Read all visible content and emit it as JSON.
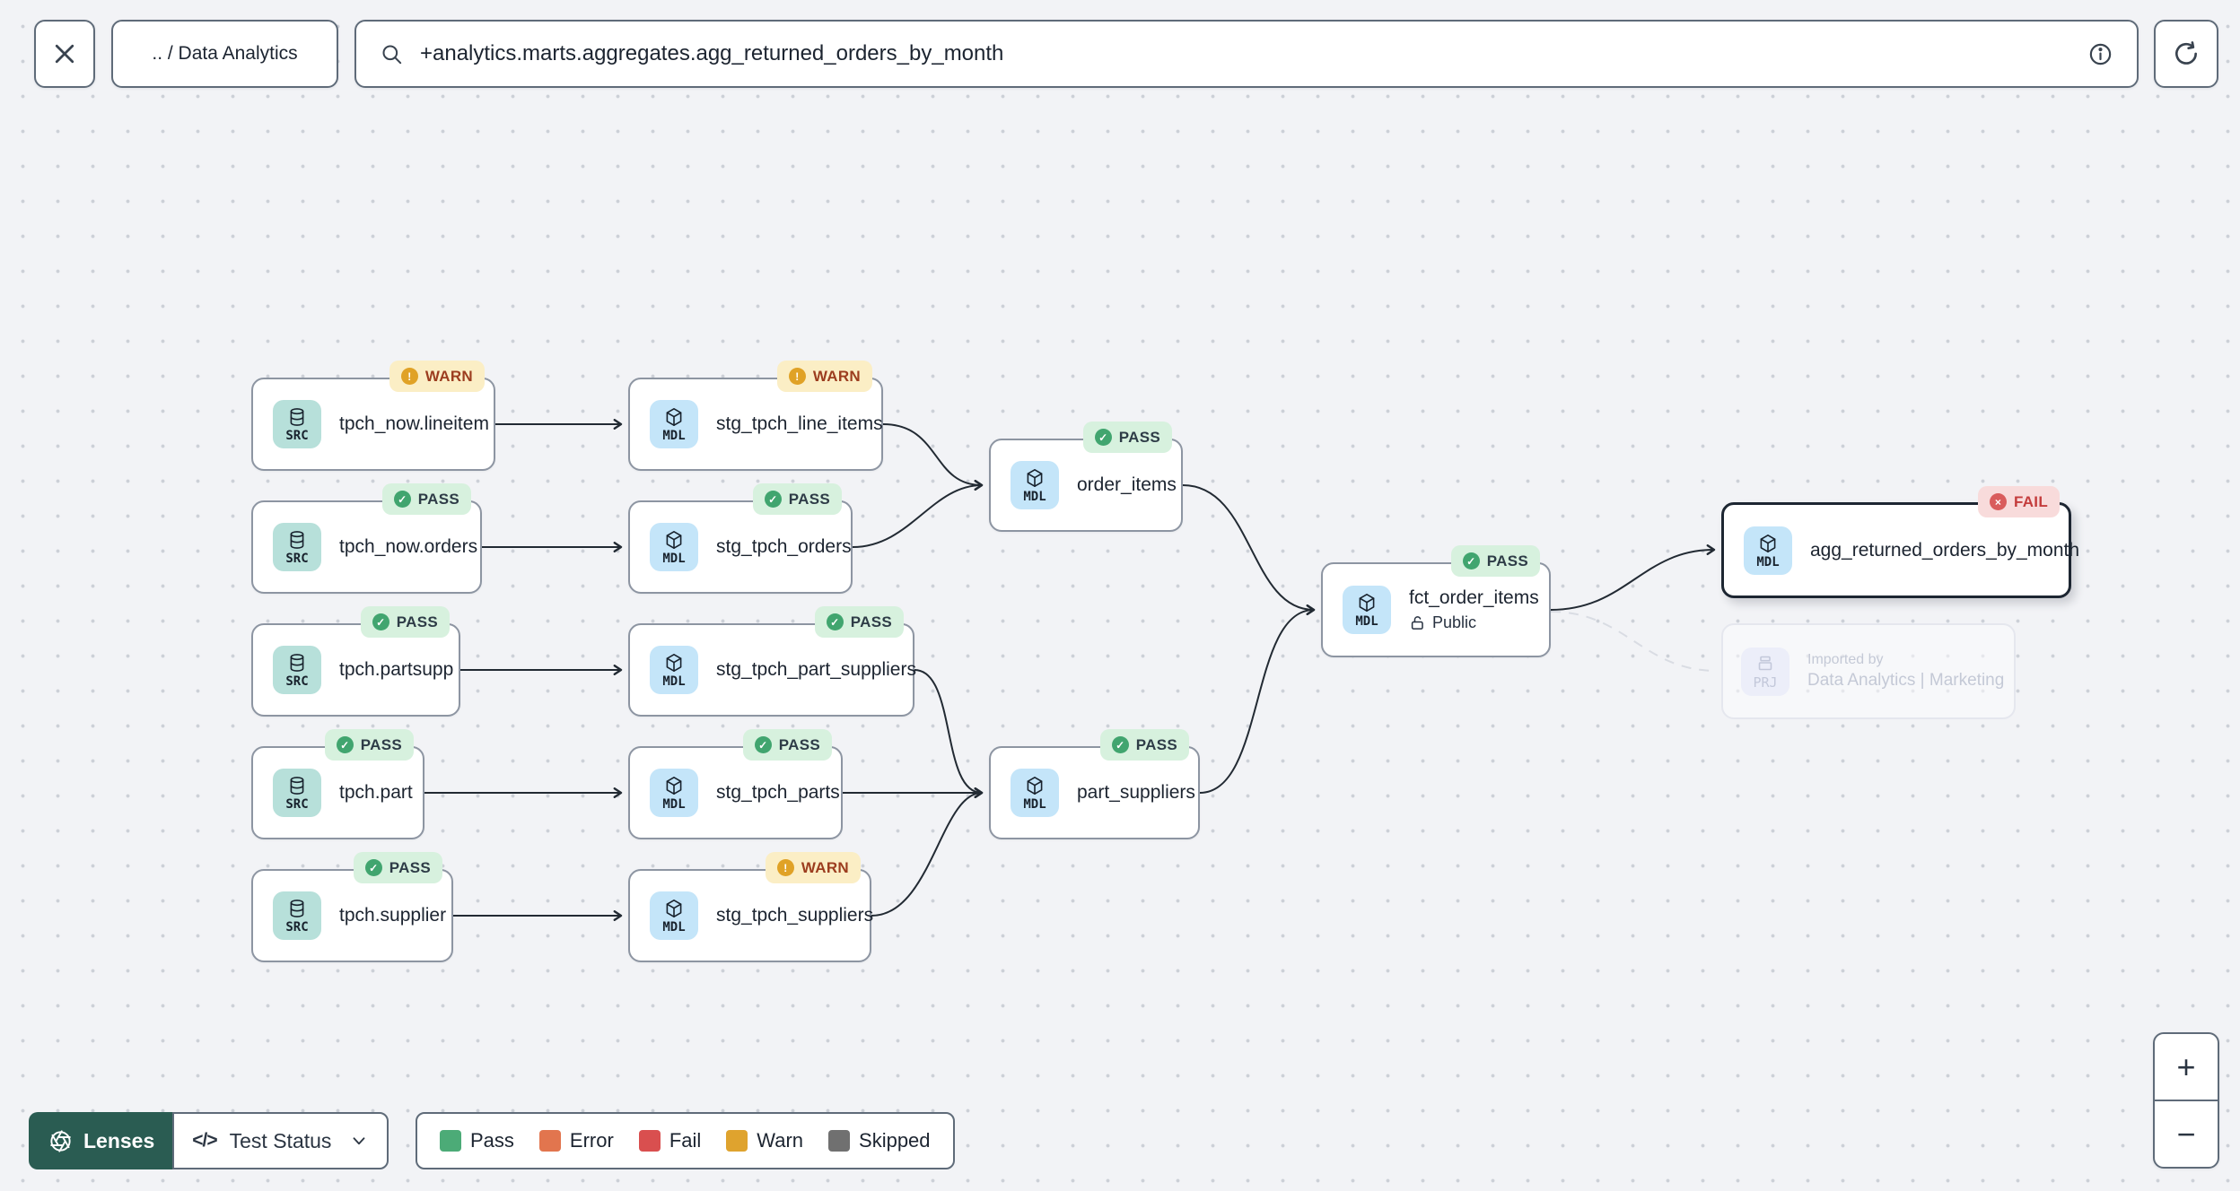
{
  "toolbar": {
    "breadcrumb": ".. / Data Analytics",
    "search_value": "+analytics.marts.aggregates.agg_returned_orders_by_month"
  },
  "graph": {
    "nodes": [
      {
        "label": "tpch_now.lineitem",
        "type": "SRC",
        "status": "WARN"
      },
      {
        "label": "stg_tpch_line_items",
        "type": "MDL",
        "status": "WARN"
      },
      {
        "label": "tpch_now.orders",
        "type": "SRC",
        "status": "PASS"
      },
      {
        "label": "stg_tpch_orders",
        "type": "MDL",
        "status": "PASS"
      },
      {
        "label": "order_items",
        "type": "MDL",
        "status": "PASS"
      },
      {
        "label": "tpch.partsupp",
        "type": "SRC",
        "status": "PASS"
      },
      {
        "label": "stg_tpch_part_suppliers",
        "type": "MDL",
        "status": "PASS"
      },
      {
        "label": "tpch.part",
        "type": "SRC",
        "status": "PASS"
      },
      {
        "label": "stg_tpch_parts",
        "type": "MDL",
        "status": "PASS"
      },
      {
        "label": "part_suppliers",
        "type": "MDL",
        "status": "PASS"
      },
      {
        "label": "tpch.supplier",
        "type": "SRC",
        "status": "PASS"
      },
      {
        "label": "stg_tpch_suppliers",
        "type": "MDL",
        "status": "WARN"
      },
      {
        "label": "fct_order_items",
        "type": "MDL",
        "status": "PASS",
        "access": "Public"
      },
      {
        "label": "agg_returned_orders_by_month",
        "type": "MDL",
        "status": "FAIL",
        "selected": true
      },
      {
        "label_line1": "Imported by",
        "label_line2": "Data Analytics | Marketing",
        "type": "PRJ"
      }
    ]
  },
  "footer": {
    "lenses_label": "Lenses",
    "lens_selected": "Test Status",
    "code_glyph": "</>",
    "legend": [
      {
        "label": "Pass",
        "color": "#4cab77"
      },
      {
        "label": "Error",
        "color": "#e2754e"
      },
      {
        "label": "Fail",
        "color": "#d94f4f"
      },
      {
        "label": "Warn",
        "color": "#dfa32e"
      },
      {
        "label": "Skipped",
        "color": "#707070"
      }
    ]
  },
  "zoom_controls": {
    "zoom_in": "+",
    "zoom_out": "−"
  }
}
